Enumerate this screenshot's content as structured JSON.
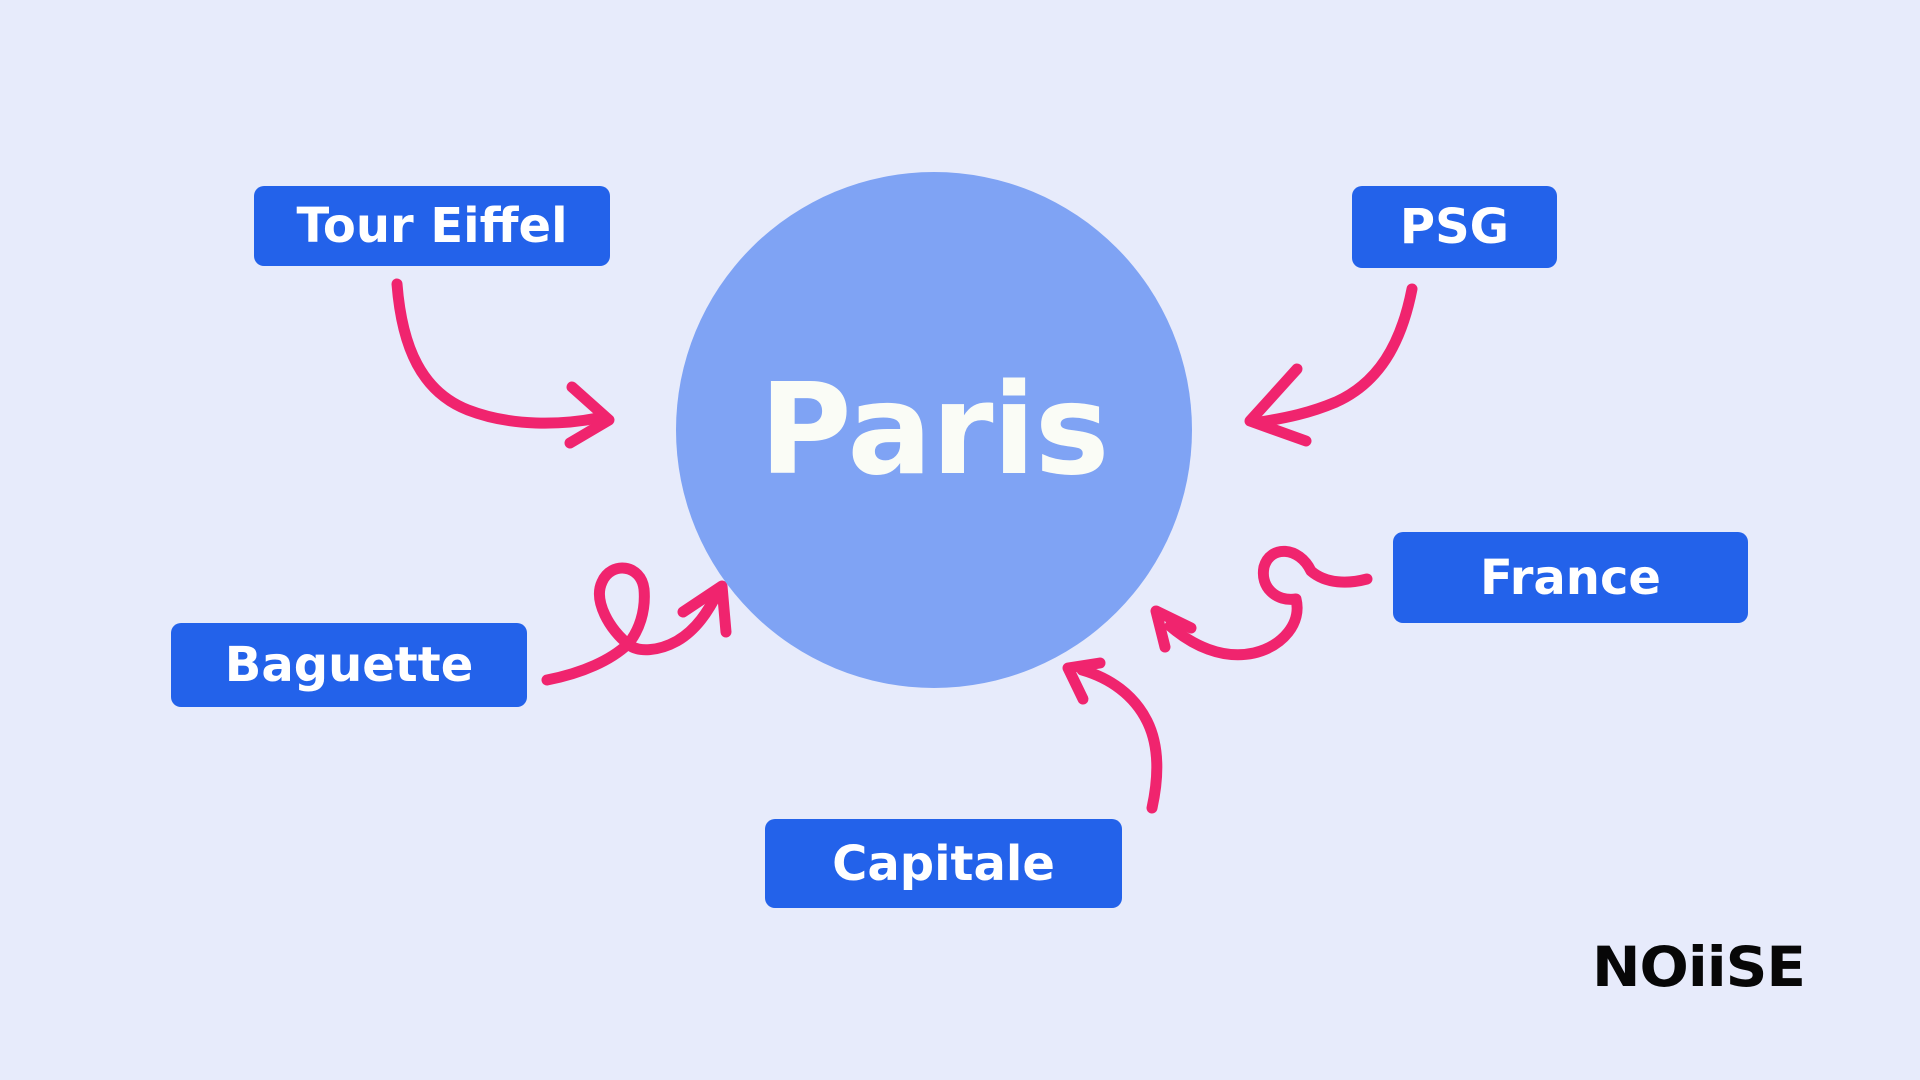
{
  "colors": {
    "background": "#e7ebfb",
    "circle": "#7fa3f4",
    "label_bg": "#2362ea",
    "label_text": "#ffffff",
    "center_text": "#fafcf6",
    "arrow": "#f0246e",
    "logo": "#070707"
  },
  "center": {
    "label": "Paris"
  },
  "labels": [
    {
      "id": "tour-eiffel",
      "text": "Tour Eiffel"
    },
    {
      "id": "psg",
      "text": "PSG"
    },
    {
      "id": "baguette",
      "text": "Baguette"
    },
    {
      "id": "france",
      "text": "France"
    },
    {
      "id": "capitale",
      "text": "Capitale"
    }
  ],
  "logo": {
    "text": "NOiiSE"
  }
}
